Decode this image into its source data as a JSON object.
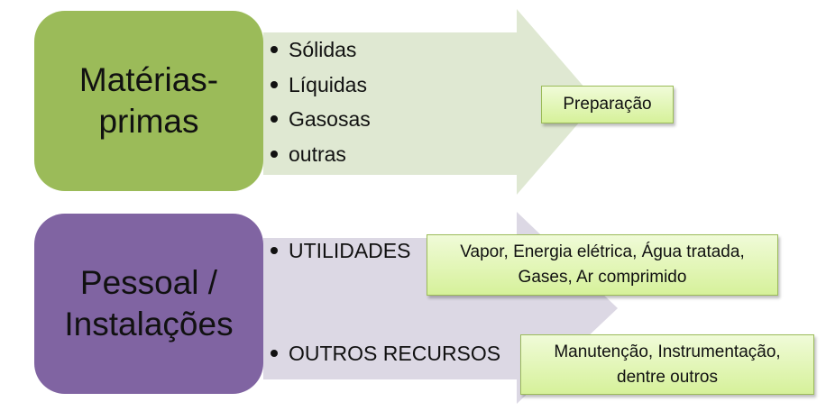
{
  "groups": [
    {
      "title_lines": [
        "Matérias-",
        "primas"
      ],
      "color": "#9bbb59",
      "arrow_color": "#dfe8d2",
      "items": [
        "Sólidas",
        "Líquidas",
        "Gasosas",
        "outras"
      ]
    },
    {
      "title_lines": [
        "Pessoal /",
        "Instalações"
      ],
      "color": "#8064a2",
      "arrow_color": "#dcd8e4",
      "items": [
        "UTILIDADES",
        "OUTROS RECURSOS"
      ]
    }
  ],
  "notes": {
    "preparacao": [
      "Preparação"
    ],
    "utilidades": [
      "Vapor, Energia elétrica, Água tratada,",
      "Gases, Ar comprimido"
    ],
    "outros": [
      "Manutenção, Instrumentação,",
      "dentre outros"
    ]
  }
}
